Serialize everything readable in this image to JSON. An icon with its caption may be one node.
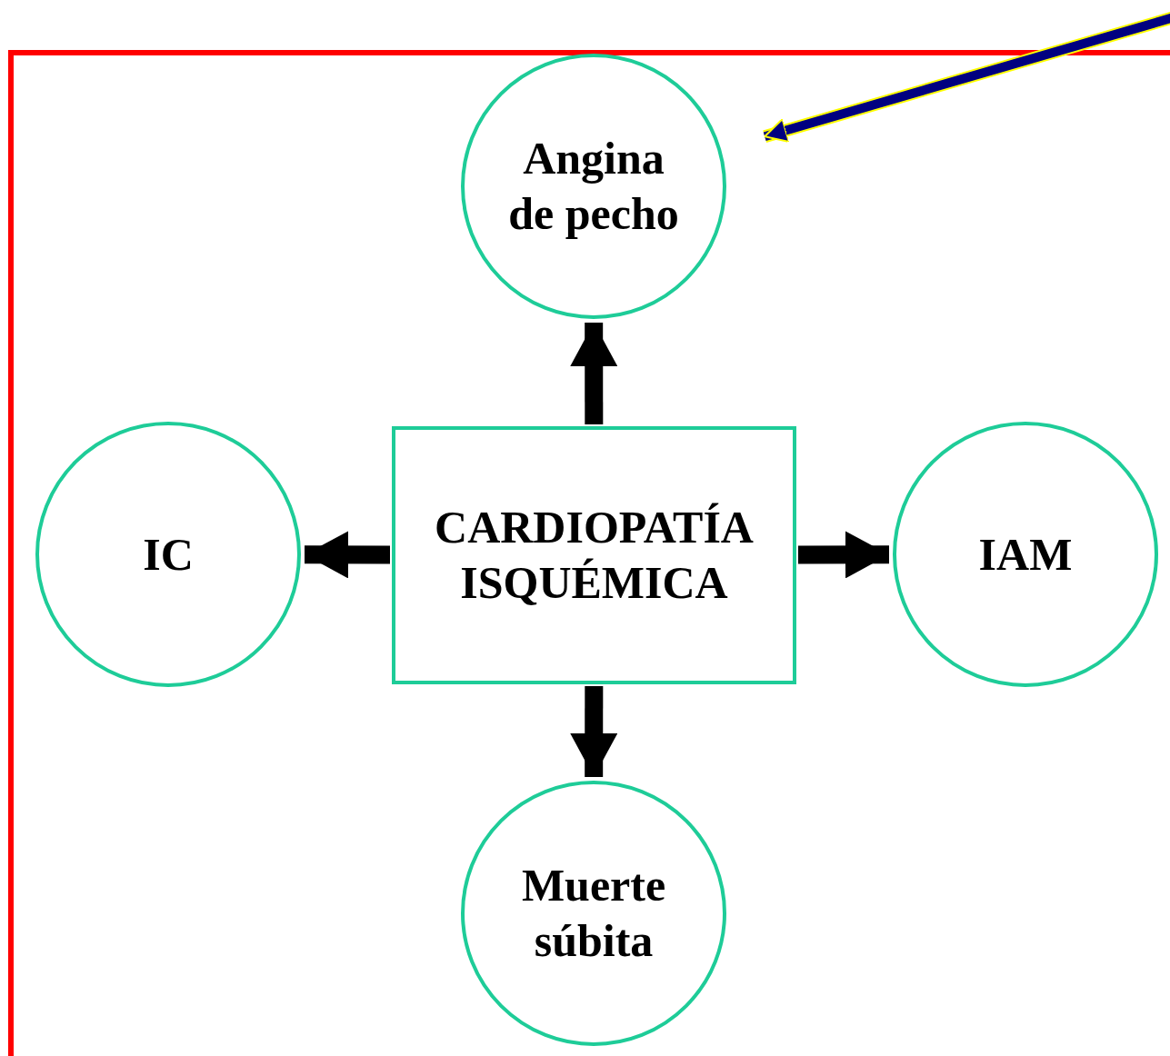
{
  "diagram": {
    "nodes": [
      {
        "text": [
          "Angina de pecho"
        ]
      },
      {
        "text": [
          "IC"
        ]
      },
      {
        "text": [
          "CARDIOPATÍA ISQUÉMICA"
        ]
      },
      {
        "text": [
          "IAM"
        ]
      },
      {
        "text": [
          "Muerte súbita"
        ]
      }
    ],
    "edges": [
      {
        "from": 2,
        "to": 0,
        "arrow": "to"
      },
      {
        "from": 2,
        "to": 1,
        "arrow": "to"
      },
      {
        "from": 2,
        "to": 3,
        "arrow": "to"
      },
      {
        "from": 2,
        "to": 4,
        "arrow": "to"
      },
      {
        "from": null,
        "to": 0,
        "arrow": "to",
        "color": "#000080"
      }
    ]
  }
}
